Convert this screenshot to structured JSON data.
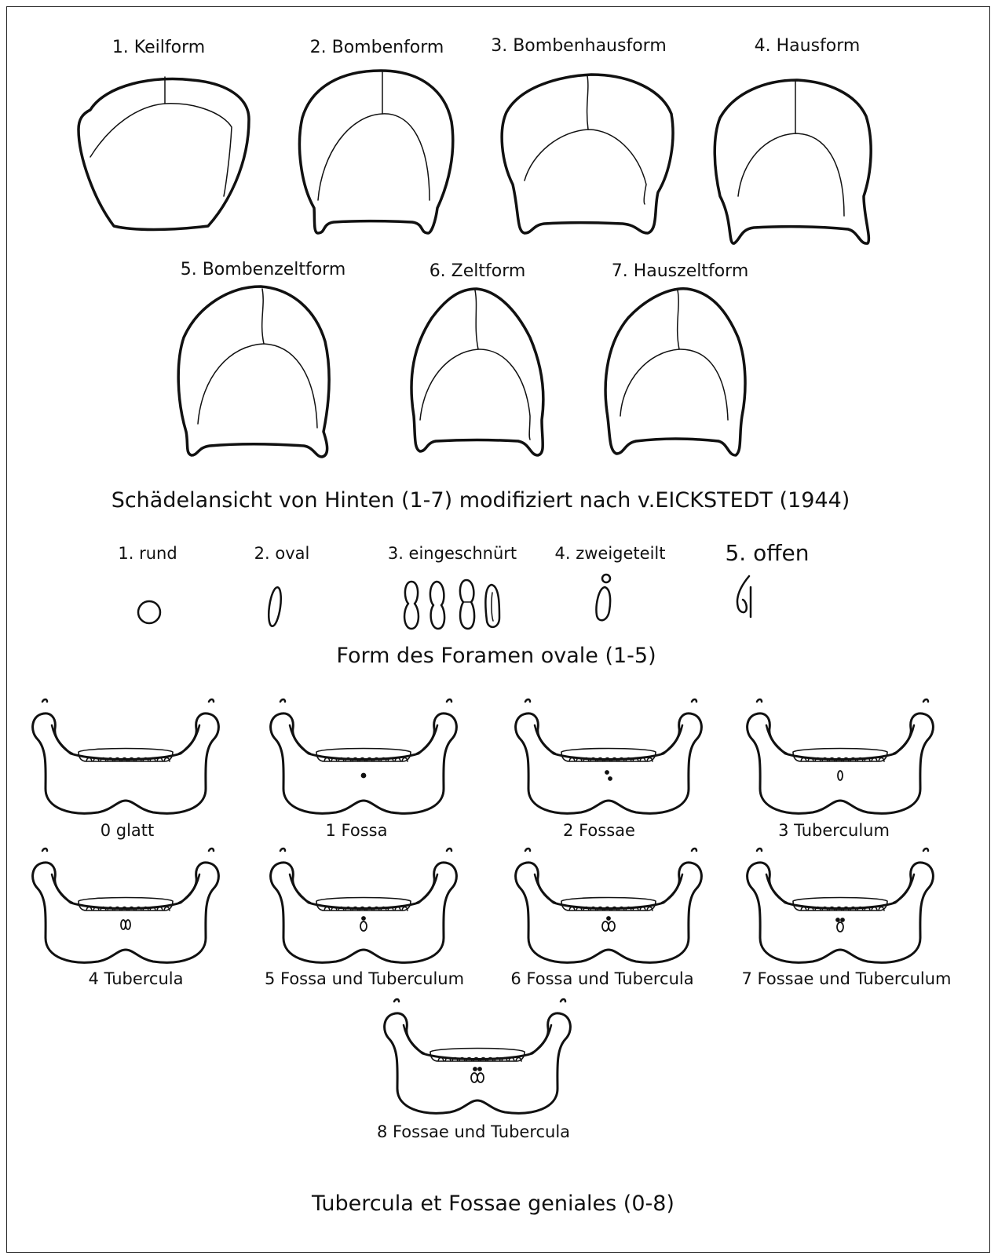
{
  "skull_section": {
    "items": [
      {
        "label": "1. Keilform",
        "shape": "keil"
      },
      {
        "label": "2. Bombenform",
        "shape": "bomben"
      },
      {
        "label": "3. Bombenhausform",
        "shape": "bombenhaus"
      },
      {
        "label": "4. Hausform",
        "shape": "haus"
      },
      {
        "label": "5. Bombenzeltform",
        "shape": "bombenzelt"
      },
      {
        "label": "6. Zeltform",
        "shape": "zelt"
      },
      {
        "label": "7. Hauszeltform",
        "shape": "hauszelt"
      }
    ],
    "caption": "Schädelansicht von Hinten (1-7) modifiziert nach v.EICKSTEDT (1944)"
  },
  "foramen_section": {
    "items": [
      {
        "label": "1. rund"
      },
      {
        "label": "2. oval"
      },
      {
        "label": "3. eingeschnürt"
      },
      {
        "label": "4. zweigeteilt"
      },
      {
        "label": "5. offen"
      }
    ],
    "caption": "Form des Foramen ovale (1-5)"
  },
  "mandible_section": {
    "items": [
      {
        "label": "0 glatt",
        "feature": "none"
      },
      {
        "label": "1 Fossa",
        "feature": "fossa"
      },
      {
        "label": "2 Fossae",
        "feature": "fossae"
      },
      {
        "label": "3 Tuberculum",
        "feature": "tuberculum"
      },
      {
        "label": "4 Tubercula",
        "feature": "tubercula"
      },
      {
        "label": "5 Fossa und Tuberculum",
        "feature": "fossa-tuberculum"
      },
      {
        "label": "6 Fossa und Tubercula",
        "feature": "fossa-tubercula"
      },
      {
        "label": "7 Fossae und Tuberculum",
        "feature": "fossae-tuberculum"
      },
      {
        "label": "8 Fossae und Tubercula",
        "feature": "fossae-tubercula"
      }
    ],
    "caption": "Tubercula et Fossae geniales (0-8)"
  }
}
